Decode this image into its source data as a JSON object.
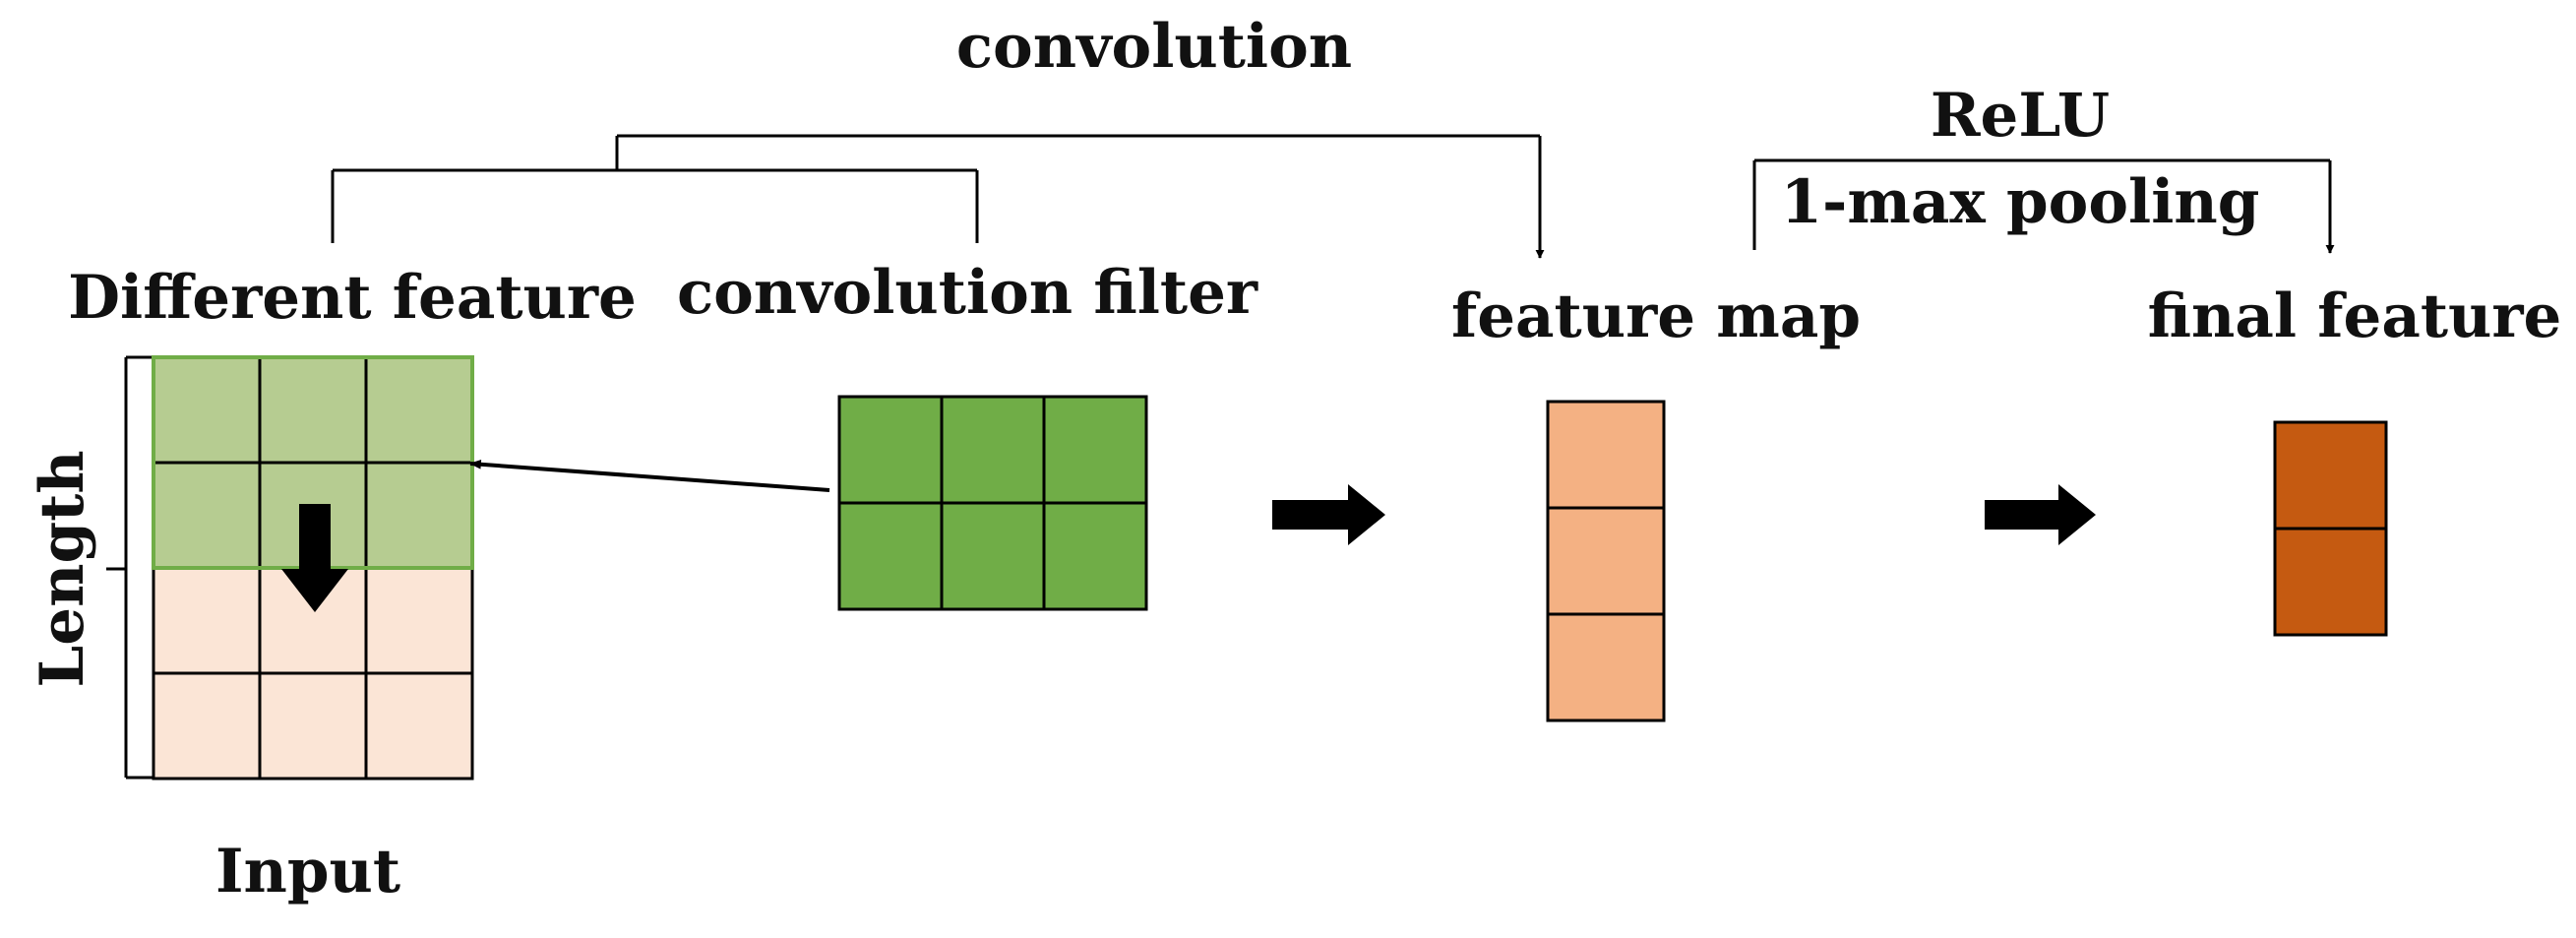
{
  "labels": {
    "convolution": "convolution",
    "relu": "ReLU",
    "pooling": "1-max pooling",
    "different_feature": "Different feature",
    "convolution_filter": "convolution filter",
    "feature_map": "feature map",
    "final_feature": "final feature",
    "length": "Length",
    "input": "Input"
  },
  "colors": {
    "input_cell": "#fbe5d6",
    "input_window": "#b6cc91",
    "window_border": "#70ad47",
    "filter": "#70ad47",
    "feature_map": "#f4b183",
    "final_feature": "#c55a11",
    "line": "#000000"
  },
  "structure": {
    "input_grid": {
      "rows": 4,
      "cols": 3,
      "window_rows": 2
    },
    "filter_grid": {
      "rows": 2,
      "cols": 3
    },
    "feature_map_cells": 3,
    "final_feature_cells": 2
  }
}
